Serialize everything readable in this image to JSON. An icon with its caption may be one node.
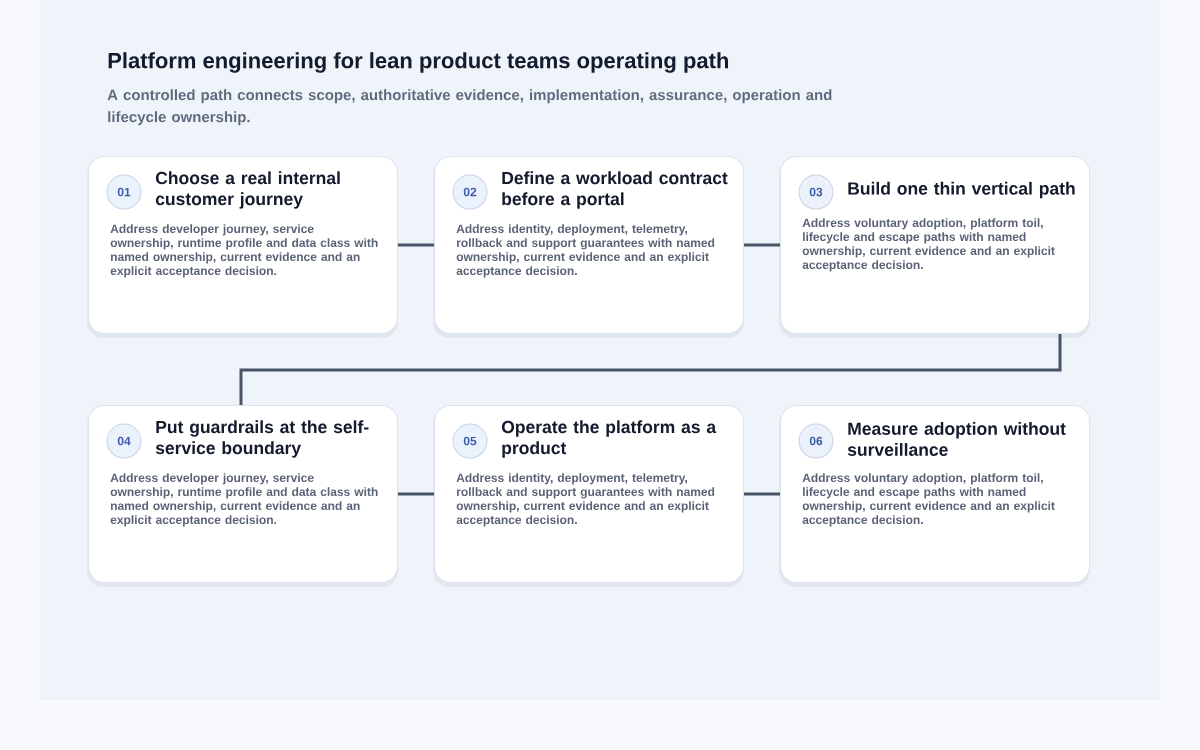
{
  "diagram": {
    "title": "Platform engineering for lean product teams operating path",
    "caption": "A controlled path connects scope, authoritative evidence, implementation, assurance, operation and lifecycle ownership.",
    "nodes": [
      {
        "text": [
          "01",
          "Choose a real internal customer journey",
          "Address developer journey, service ownership, runtime profile and data class with named ownership, current evidence and an explicit acceptance decision."
        ]
      },
      {
        "text": [
          "02",
          "Define a workload contract before a portal",
          "Address identity, deployment, telemetry, rollback and support guarantees with named ownership, current evidence and an explicit acceptance decision."
        ]
      },
      {
        "text": [
          "03",
          "Build one thin vertical path",
          "Address voluntary adoption, platform toil, lifecycle and escape paths with named ownership, current evidence and an explicit acceptance decision."
        ]
      },
      {
        "text": [
          "04",
          "Put guardrails at the self-service boundary",
          "Address developer journey, service ownership, runtime profile and data class with named ownership, current evidence and an explicit acceptance decision."
        ]
      },
      {
        "text": [
          "05",
          "Operate the platform as a product",
          "Address identity, deployment, telemetry, rollback and support guarantees with named ownership, current evidence and an explicit acceptance decision."
        ]
      },
      {
        "text": [
          "06",
          "Measure adoption without surveillance",
          "Address voluntary adoption, platform toil, lifecycle and escape paths with named ownership, current evidence and an explicit acceptance decision."
        ]
      }
    ],
    "edges": [
      {
        "from": 0,
        "to": 1,
        "arrow": "none"
      },
      {
        "from": 1,
        "to": 2,
        "arrow": "none"
      },
      {
        "from": 2,
        "to": 3,
        "arrow": "none"
      },
      {
        "from": 3,
        "to": 4,
        "arrow": "none"
      },
      {
        "from": 4,
        "to": 5,
        "arrow": "none"
      }
    ]
  }
}
